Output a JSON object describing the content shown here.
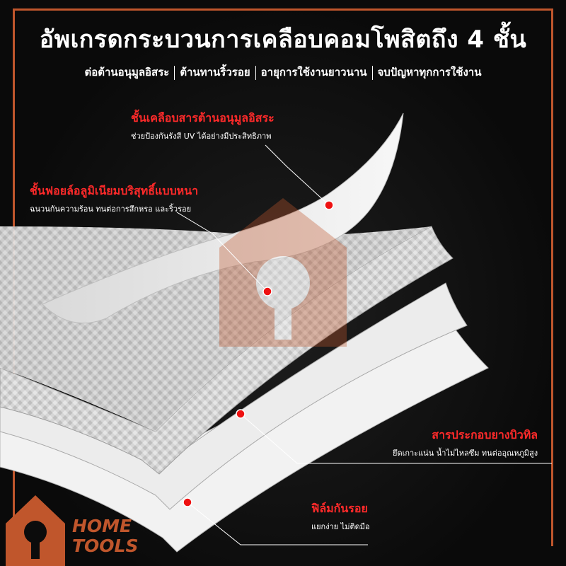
{
  "title": "อัพเกรดกระบวนการเคลือบคอมโพสิตถึง 4 ชั้น",
  "features": [
    "ต่อต้านอนุมูลอิสระ",
    "ต้านทานริ้วรอย",
    "อายุการใช้งานยาวนาน",
    "จบปัญหาทุกการใช้งาน"
  ],
  "layers": {
    "uv": {
      "title": "ชั้นเคลือบสารต้านอนุมูลอิสระ",
      "desc": "ช่วยป้องกันรังสี UV ได้อย่างมีประสิทธิภาพ"
    },
    "foil": {
      "title": "ชั้นฟอยล์อลูมิเนียมบริสุทธิ์แบบหนา",
      "desc": "ฉนวนกันความร้อน ทนต่อการสึกหรอ และริ้วรอย"
    },
    "rubber": {
      "title": "สารประกอบยางบิวทิล",
      "desc": "ยึดเกาะแน่น น้ำไม่ไหลซึม ทนต่ออุณหภูมิสูง"
    },
    "film": {
      "title": "ฟิล์มกันรอย",
      "desc": "แยกง่าย ไม่ติดมือ"
    }
  },
  "brand": {
    "line1": "HOME",
    "line2": "TOOLS"
  },
  "colors": {
    "accent": "#ff2a2a",
    "brand": "#c0562c",
    "background": "#0c0c0c"
  }
}
